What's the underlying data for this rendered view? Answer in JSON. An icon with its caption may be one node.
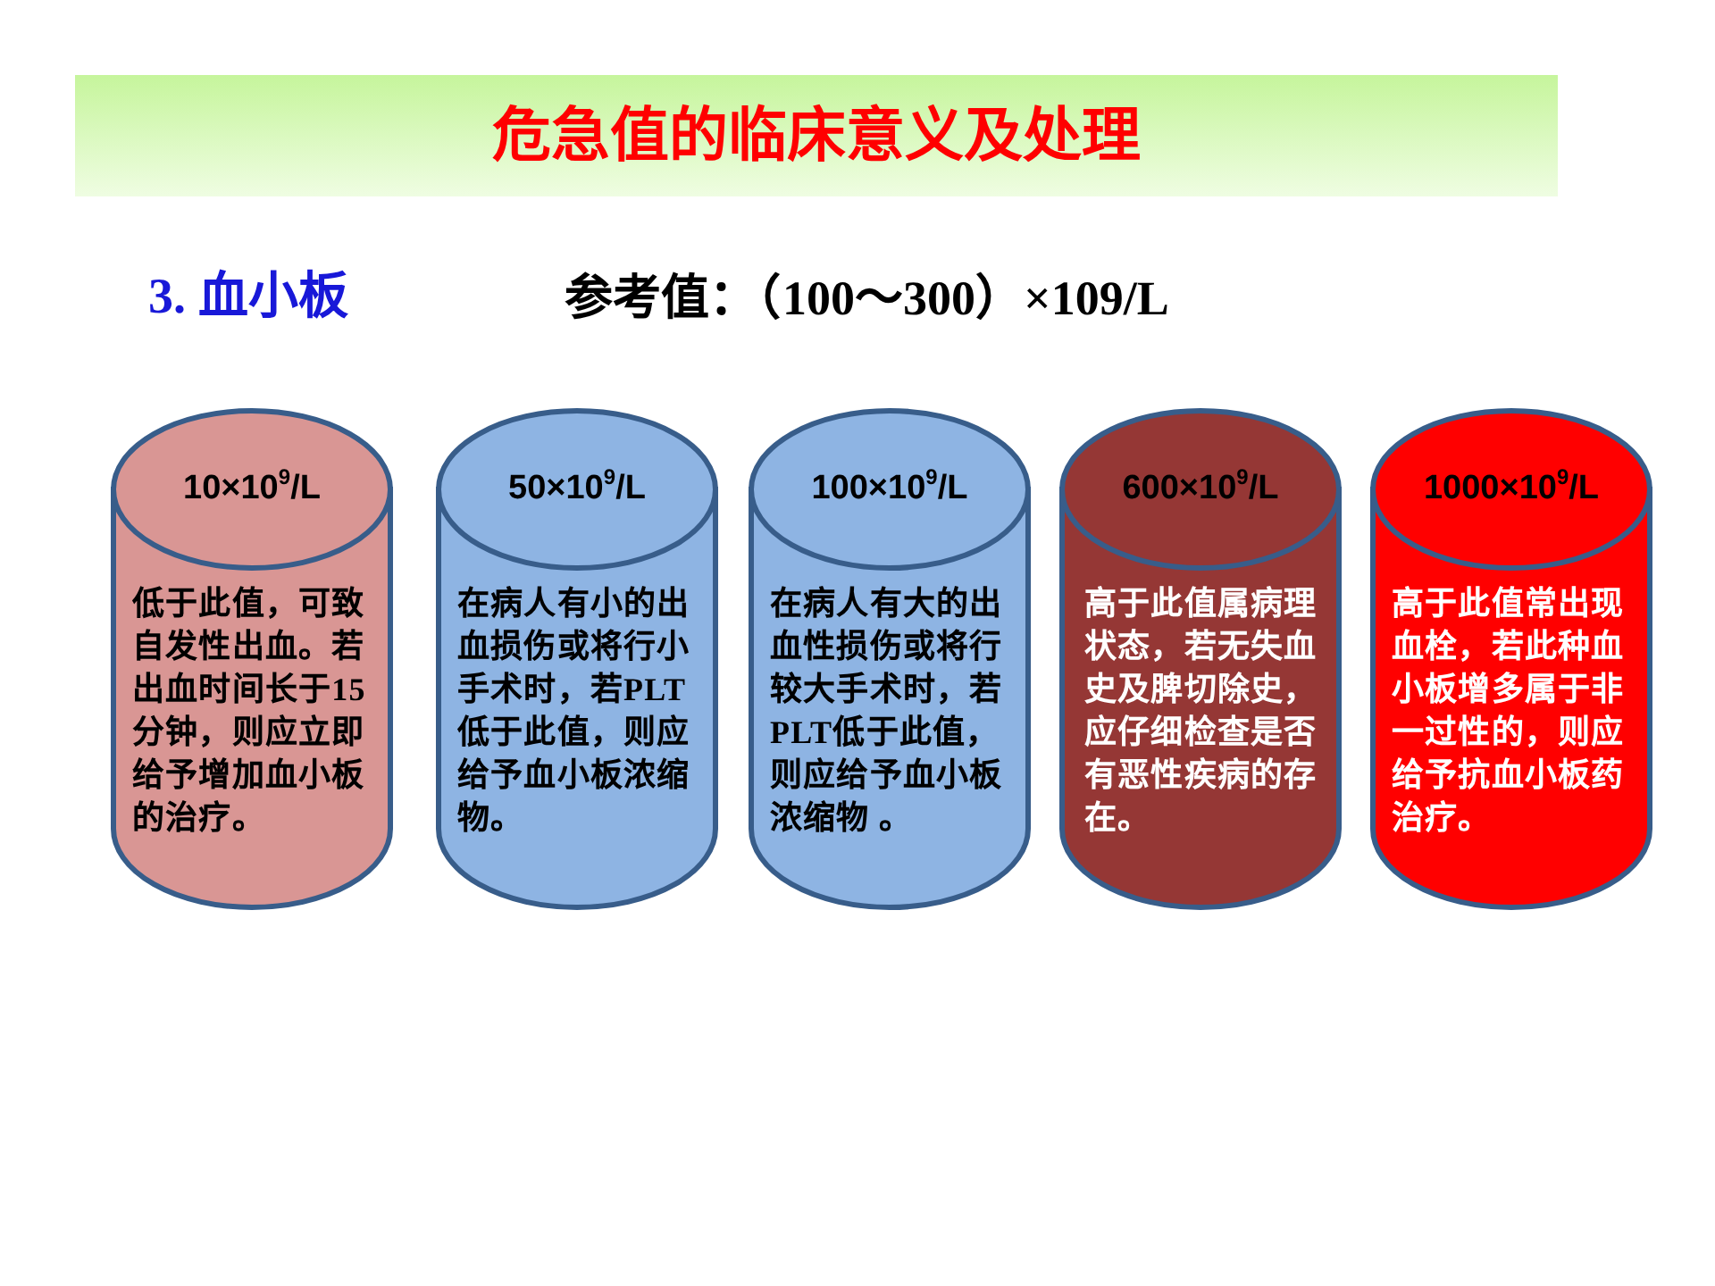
{
  "diagram": {
    "title": "危急值的临床意义及处理",
    "nodes": [
      {
        "text": [
          "10×10$^{9}$/L",
          "低于此值，可致自发性出血。若出血时间长于15分钟，则应立即给予增加血小板的治疗。"
        ]
      },
      {
        "text": [
          "50×10$^{9}$/L",
          "在病人有小的出血损伤或将行小手术时，若PLT低于此值，则应给予血小板浓缩物。"
        ]
      },
      {
        "text": [
          "100×10$^{9}$/L",
          "在病人有大的出血性损伤或将行较大手术时，若PLT低于此值，则应给予血小板浓缩物 。"
        ]
      },
      {
        "text": [
          "600×10$^{9}$/L",
          "高于此值属病理状态，若无失血史及脾切除史，应仔细检查是否有恶性疾病的存在。"
        ]
      },
      {
        "text": [
          "1000×10$^{9}$/L",
          "高于此值常出现血栓，若此种血小板增多属于非一过性的，则应给予抗血小板药治疗。"
        ]
      }
    ],
    "labels": [
      "3. 血小板",
      "参考值：（100～300）×109/L"
    ]
  }
}
